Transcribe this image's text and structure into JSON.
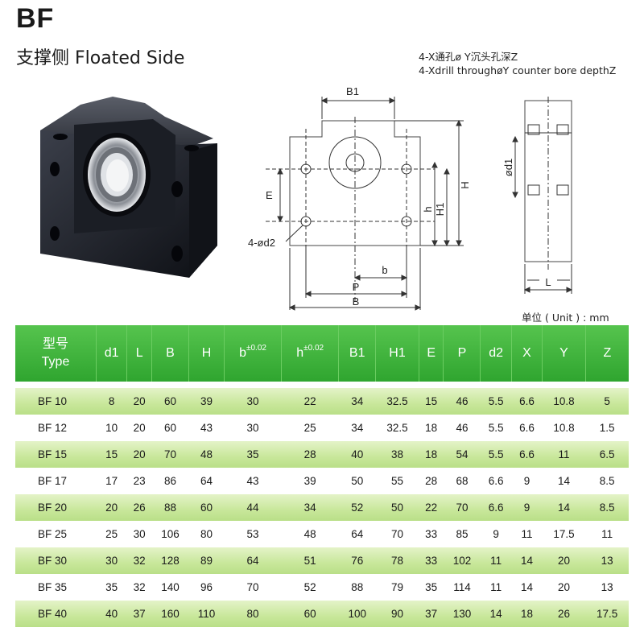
{
  "header": {
    "title": "BF",
    "subtitle": "支撑侧 Floated Side",
    "note_cn": "4-X通孔ø Y沉头孔深Z",
    "note_en": "4-Xdrill throughøY counter bore depthZ",
    "unit": "单位 ( Unit ) : mm"
  },
  "drawing_labels": {
    "B1": "B1",
    "E": "E",
    "d2": "4-ød2",
    "b": "b",
    "P": "P",
    "B": "B",
    "h": "h",
    "H1": "H1",
    "H": "H",
    "d1": "ød1",
    "L": "L"
  },
  "table": {
    "headers": [
      "型号",
      "Type",
      "d1",
      "L",
      "B",
      "H",
      "b",
      "±0.02",
      "h",
      "±0.02",
      "B1",
      "H1",
      "E",
      "P",
      "d2",
      "X",
      "Y",
      "Z"
    ],
    "rows": [
      [
        "BF  10",
        "8",
        "20",
        "60",
        "39",
        "30",
        "22",
        "34",
        "32.5",
        "15",
        "46",
        "5.5",
        "6.6",
        "10.8",
        "5"
      ],
      [
        "BF  12",
        "10",
        "20",
        "60",
        "43",
        "30",
        "25",
        "34",
        "32.5",
        "18",
        "46",
        "5.5",
        "6.6",
        "10.8",
        "1.5"
      ],
      [
        "BF  15",
        "15",
        "20",
        "70",
        "48",
        "35",
        "28",
        "40",
        "38",
        "18",
        "54",
        "5.5",
        "6.6",
        "11",
        "6.5"
      ],
      [
        "BF  17",
        "17",
        "23",
        "86",
        "64",
        "43",
        "39",
        "50",
        "55",
        "28",
        "68",
        "6.6",
        "9",
        "14",
        "8.5"
      ],
      [
        "BF  20",
        "20",
        "26",
        "88",
        "60",
        "44",
        "34",
        "52",
        "50",
        "22",
        "70",
        "6.6",
        "9",
        "14",
        "8.5"
      ],
      [
        "BF  25",
        "25",
        "30",
        "106",
        "80",
        "53",
        "48",
        "64",
        "70",
        "33",
        "85",
        "9",
        "11",
        "17.5",
        "11"
      ],
      [
        "BF  30",
        "30",
        "32",
        "128",
        "89",
        "64",
        "51",
        "76",
        "78",
        "33",
        "102",
        "11",
        "14",
        "20",
        "13"
      ],
      [
        "BF  35",
        "35",
        "32",
        "140",
        "96",
        "70",
        "52",
        "88",
        "79",
        "35",
        "114",
        "11",
        "14",
        "20",
        "13"
      ],
      [
        "BF  40",
        "40",
        "37",
        "160",
        "110",
        "80",
        "60",
        "100",
        "90",
        "37",
        "130",
        "14",
        "18",
        "26",
        "17.5"
      ]
    ]
  }
}
